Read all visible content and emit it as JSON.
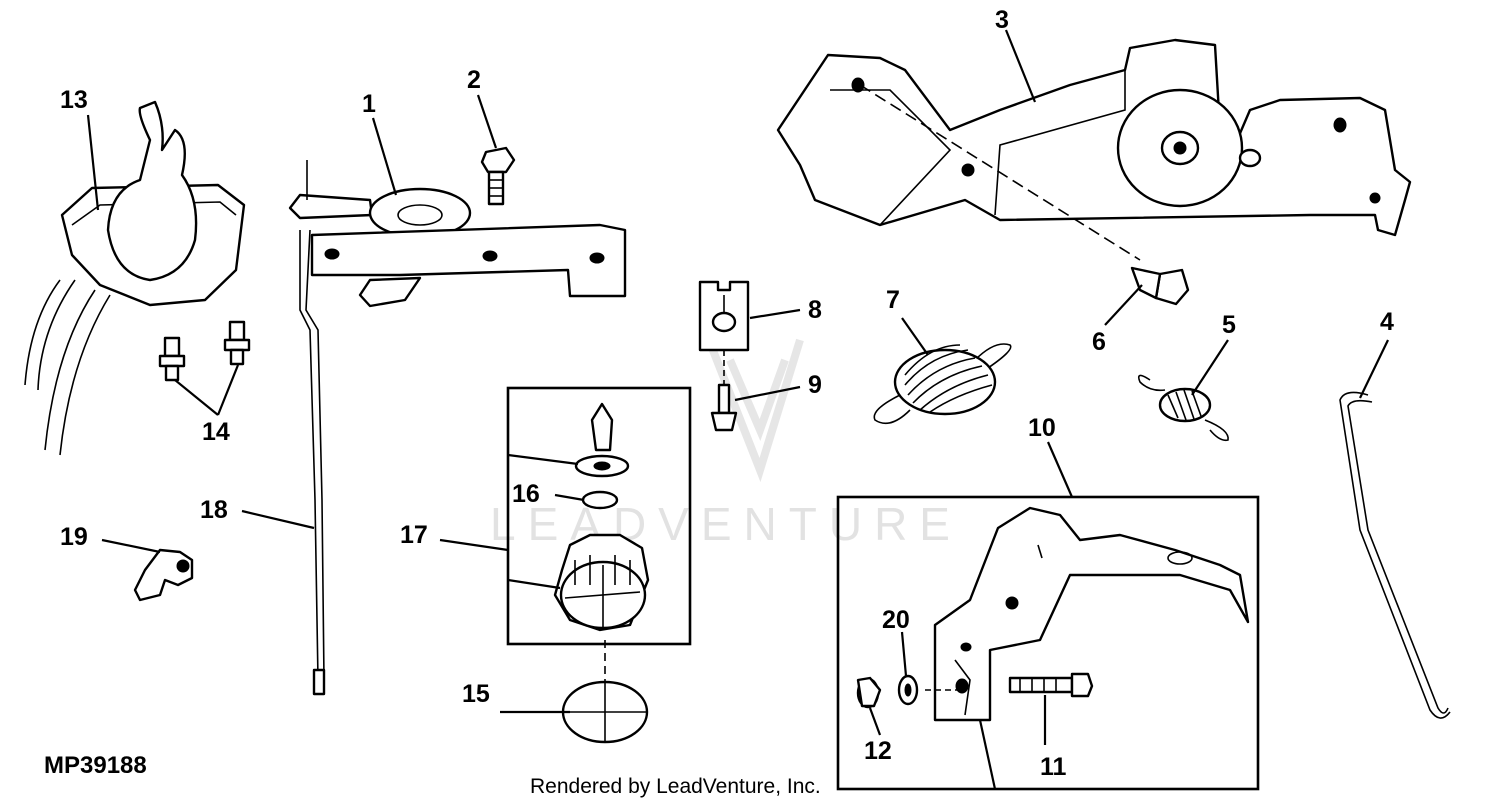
{
  "diagram_id": "MP39188",
  "credit": "Rendered by LeadVenture, Inc.",
  "watermark": "LEADVENTURE",
  "callouts": {
    "c1": "1",
    "c2": "2",
    "c3": "3",
    "c4": "4",
    "c5": "5",
    "c6": "6",
    "c7": "7",
    "c8": "8",
    "c9": "9",
    "c10": "10",
    "c11": "11",
    "c12": "12",
    "c13": "13",
    "c14": "14",
    "c15": "15",
    "c16": "16",
    "c17": "17",
    "c18": "18",
    "c19": "19",
    "c20": "20"
  }
}
